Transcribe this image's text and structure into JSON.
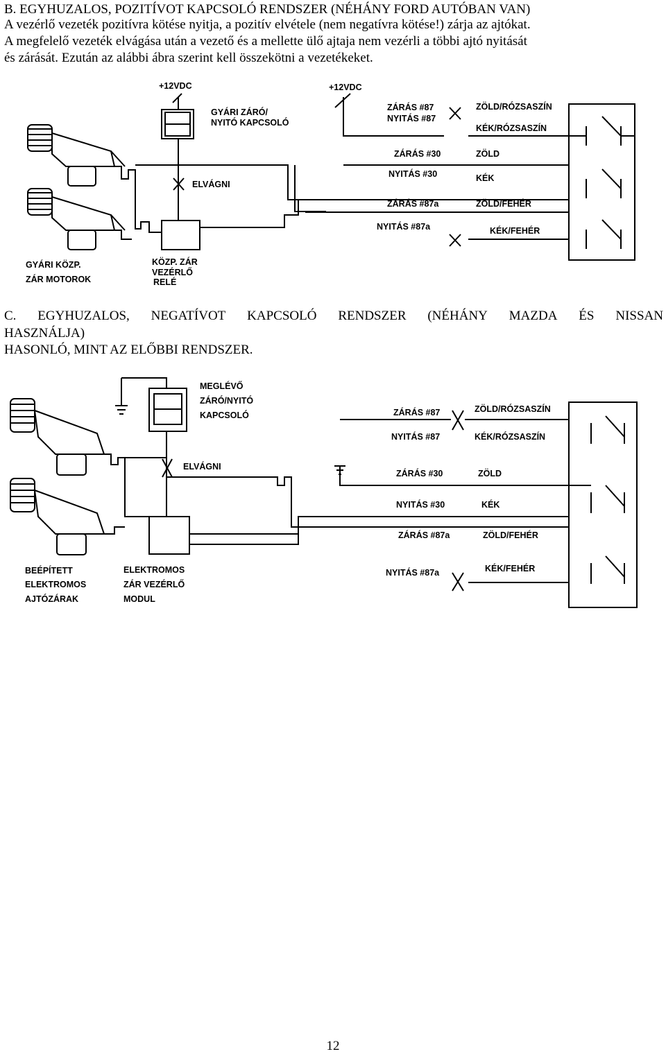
{
  "section_b": {
    "title": "B. EGYHUZALOS, POZITÍVOT KAPCSOLÓ RENDSZER (NÉHÁNY FORD AUTÓBAN VAN)",
    "lines": [
      "A vezérlő vezeték pozitívra kötése nyitja, a pozitív elvétele (nem negatívra kötése!) zárja az ajtókat.",
      "A megfelelő vezeték elvágása után a vezető és a mellette ülő ajtaja nem vezérli a többi ajtó nyitását",
      "és zárását. Ezután az alábbi ábra szerint kell összekötni a vezetékeket."
    ]
  },
  "diagram_b": {
    "plus12_left": "+12VDC",
    "plus12_right": "+12VDC",
    "switch_label": [
      "GYÁRI ZÁRÓ/",
      "NYITÓ KAPCSOLÓ"
    ],
    "cut_label": "ELVÁGNI",
    "motors_label": [
      "GYÁRI KÖZP.",
      "ZÁR MOTOROK"
    ],
    "relay_label": [
      "KÖZP. ZÁR",
      "VEZÉRLŐ",
      "RELÉ"
    ],
    "wires": [
      {
        "pin": "ZÁRÁS #87",
        "color": "ZÖLD/RÓZSASZÍN"
      },
      {
        "pin": "NYITÁS #87",
        "color": "KÉK/RÓZSASZÍN"
      },
      {
        "pin": "ZÁRÁS #30",
        "color": "ZÖLD"
      },
      {
        "pin": "NYITÁS #30",
        "color": "KÉK"
      },
      {
        "pin": "ZÁRÁS #87a",
        "color": "ZÖLD/FEHÉR"
      },
      {
        "pin": "NYITÁS #87a",
        "color": "KÉK/FEHÉR"
      }
    ]
  },
  "section_c": {
    "title_words": [
      "C.",
      "EGYHUZALOS,",
      "NEGATÍVOT",
      "KAPCSOLÓ",
      "RENDSZER",
      "(NÉHÁNY",
      "MAZDA",
      "ÉS",
      "NISSAN"
    ],
    "title_line2": "HASZNÁLJA)",
    "line3": "HASONLÓ, MINT AZ ELŐBBI RENDSZER."
  },
  "diagram_c": {
    "switch_label": [
      "MEGLÉVŐ",
      "ZÁRÓ/NYITÓ",
      "KAPCSOLÓ"
    ],
    "cut_label": "ELVÁGNI",
    "motors_label": [
      "BEÉPÍTETT",
      "ELEKTROMOS",
      "AJTÓZÁRAK"
    ],
    "module_label": [
      "ELEKTROMOS",
      "ZÁR VEZÉRLŐ",
      "MODUL"
    ],
    "wires": [
      {
        "pin": "ZÁRÁS #87",
        "color": "ZÖLD/RÓZSASZÍN"
      },
      {
        "pin": "NYITÁS #87",
        "color": "KÉK/RÓZSASZÍN"
      },
      {
        "pin": "ZÁRÁS #30",
        "color": "ZÖLD"
      },
      {
        "pin": "NYITÁS #30",
        "color": "KÉK"
      },
      {
        "pin": "ZÁRÁS #87a",
        "color": "ZÖLD/FEHÉR"
      },
      {
        "pin": "NYITÁS #87a",
        "color": "KÉK/FEHÉR"
      }
    ]
  },
  "page_number": "12"
}
